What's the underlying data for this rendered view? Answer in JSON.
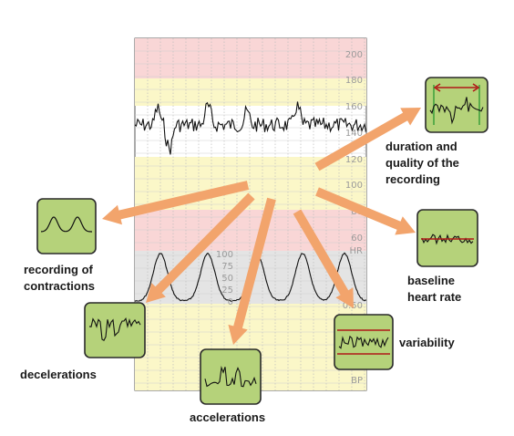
{
  "trace_scale": {
    "fhr_ticks": [
      "200",
      "180",
      "160",
      "140",
      "120",
      "100",
      "80",
      "60"
    ],
    "fhr_unit": "HR",
    "toco_ticks": [
      "100",
      "75",
      "50",
      "25",
      "0"
    ],
    "right_ticks": [
      "0.50",
      "BP"
    ]
  },
  "labels": {
    "duration": [
      "duration and",
      "quality of the",
      "recording"
    ],
    "contractions": [
      "recording of",
      "contractions"
    ],
    "baseline": [
      "baseline",
      "heart rate"
    ],
    "decelerations": "decelerations",
    "accelerations": "accelerations",
    "variability": "variability"
  },
  "colors": {
    "arrow": "#f2a46c",
    "icon_fill": "#b5d27a",
    "icon_border": "#2a2a2a",
    "band_pink": "#f9d6d6",
    "band_yellow": "#fbf7c8",
    "band_grey": "#e4e4e4",
    "red_marker": "#b01818"
  },
  "icons": [
    "duration-icon",
    "contractions-icon",
    "baseline-icon",
    "decelerations-icon",
    "accelerations-icon",
    "variability-icon"
  ]
}
